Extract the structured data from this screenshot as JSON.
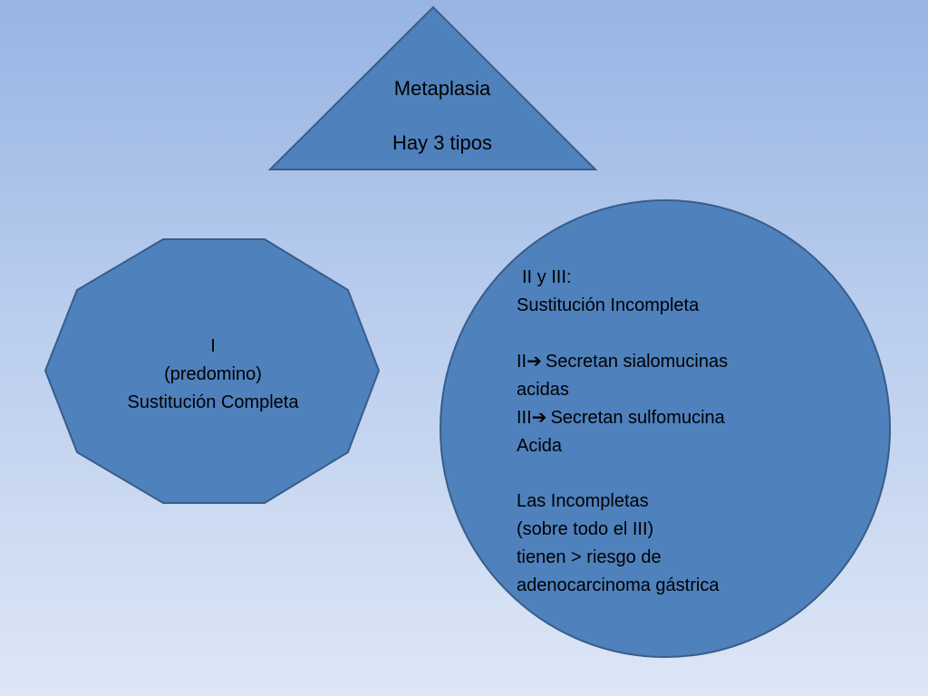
{
  "colors": {
    "shape_fill": "#4f81bd",
    "shape_stroke": "#385d8a",
    "text": "#000000"
  },
  "triangle": {
    "title": "Metaplasia",
    "subtitle": "Hay 3 tipos"
  },
  "octagon": {
    "lines": [
      "I",
      "(predomino)",
      "Sustitución Completa"
    ]
  },
  "circle": {
    "heading": "II y III:",
    "subheading": "Sustitución Incompleta",
    "type2_prefix": "II",
    "type2_text": "Secretan sialomucinas",
    "type2_cont": "acidas",
    "type3_prefix": "III",
    "type3_text": "Secretan sulfomucina",
    "type3_cont": "Acida",
    "note_lines": [
      "Las Incompletas",
      "(sobre todo el III)",
      "tienen > riesgo de",
      "adenocarcinoma gástrica"
    ],
    "arrow_icon": "right-arrow-icon"
  }
}
